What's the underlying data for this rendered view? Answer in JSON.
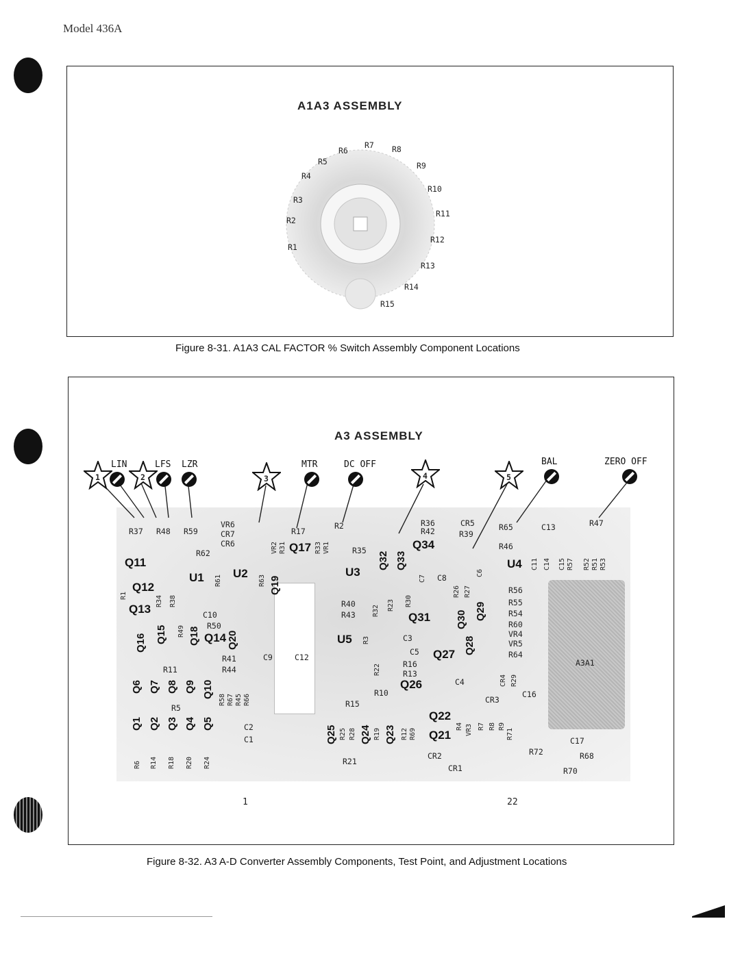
{
  "header": {
    "model": "Model 436A"
  },
  "figure1": {
    "assembly_title": "A1A3 ASSEMBLY",
    "resistors": [
      "R1",
      "R2",
      "R3",
      "R4",
      "R5",
      "R6",
      "R7",
      "R8",
      "R9",
      "R10",
      "R11",
      "R12",
      "R13",
      "R14",
      "R15"
    ],
    "caption_number": "Figure 8-31.",
    "caption_text": "A1A3 CAL FACTOR % Switch Assembly Component Locations"
  },
  "figure2": {
    "assembly_title": "A3 ASSEMBLY",
    "adjustments": [
      "LIN",
      "LFS",
      "LZR",
      "MTR",
      "DC OFF",
      "BAL",
      "ZERO OFF"
    ],
    "test_points": [
      "1",
      "2",
      "3",
      "4",
      "5"
    ],
    "board_labels": {
      "r37": "R37",
      "r48": "R48",
      "r59": "R59",
      "vr6": "VR6",
      "cr7": "CR7",
      "cr6": "CR6",
      "r62": "R62",
      "vr2": "VR2",
      "r31": "R31",
      "r17": "R17",
      "q17": "Q17",
      "r33": "R33",
      "vr1": "VR1",
      "r2": "R2",
      "r36": "R36",
      "r42": "R42",
      "cr5": "CR5",
      "r39": "R39",
      "r35": "R35",
      "q32": "Q32",
      "q33": "Q33",
      "q34": "Q34",
      "r65": "R65",
      "c13": "C13",
      "r47": "R47",
      "r46": "R46",
      "u4": "U4",
      "c11": "C11",
      "c14": "C14",
      "c15": "C15",
      "r57": "R57",
      "r52": "R52",
      "r51": "R51",
      "r53": "R53",
      "q11": "Q11",
      "q12": "Q12",
      "q13": "Q13",
      "r1": "R1",
      "r34": "R34",
      "r38": "R38",
      "u1": "U1",
      "r61": "R61",
      "u2": "U2",
      "r63": "R63",
      "q19": "Q19",
      "u3": "U3",
      "c7": "C7",
      "c8": "C8",
      "r26": "R26",
      "r27": "R27",
      "c6": "C6",
      "r56": "R56",
      "r55": "R55",
      "r54": "R54",
      "r60": "R60",
      "vr4": "VR4",
      "vr5": "VR5",
      "r64": "R64",
      "c10": "C10",
      "r50": "R50",
      "r49": "R49",
      "q18": "Q18",
      "q14": "Q14",
      "q20": "Q20",
      "q16": "Q16",
      "q15": "Q15",
      "r40": "R40",
      "r43": "R43",
      "r32": "R32",
      "r23": "R23",
      "r30": "R30",
      "q31": "Q31",
      "q30": "Q30",
      "q29": "Q29",
      "q28": "Q28",
      "u5": "U5",
      "r3": "R3",
      "c3": "C3",
      "c5": "C5",
      "q27": "Q27",
      "r41": "R41",
      "r44": "R44",
      "c9": "C9",
      "c12": "C12",
      "r11": "R11",
      "r22": "R22",
      "r16": "R16",
      "r13": "R13",
      "q26": "Q26",
      "c4": "C4",
      "cr4": "CR4",
      "r29": "R29",
      "c16": "C16",
      "cr3": "CR3",
      "a3a1": "A3A1",
      "q6": "Q6",
      "q7": "Q7",
      "q8": "Q8",
      "q9": "Q9",
      "q10": "Q10",
      "r58": "R58",
      "r67": "R67",
      "r45": "R45",
      "r66": "R66",
      "r10": "R10",
      "r15": "R15",
      "r5": "R5",
      "q1": "Q1",
      "q2": "Q2",
      "q3": "Q3",
      "q4": "Q4",
      "q5": "Q5",
      "c2": "C2",
      "c1": "C1",
      "q25": "Q25",
      "r25": "R25",
      "r28": "R28",
      "q24": "Q24",
      "r19": "R19",
      "q23": "Q23",
      "r12": "R12",
      "r69": "R69",
      "q22": "Q22",
      "q21": "Q21",
      "r4": "R4",
      "vr3": "VR3",
      "r7": "R7",
      "r8": "R8",
      "r9": "R9",
      "r71": "R71",
      "c17": "C17",
      "r72": "R72",
      "r68": "R68",
      "r70": "R70",
      "cr2": "CR2",
      "cr1": "CR1",
      "r21": "R21",
      "r6": "R6",
      "r14": "R14",
      "r18": "R18",
      "r20": "R20",
      "r24": "R24"
    },
    "pin_left": "1",
    "pin_right": "22",
    "caption_number": "Figure 8-32.",
    "caption_text": "A3 A-D Converter Assembly Components, Test Point, and Adjustment Locations"
  }
}
